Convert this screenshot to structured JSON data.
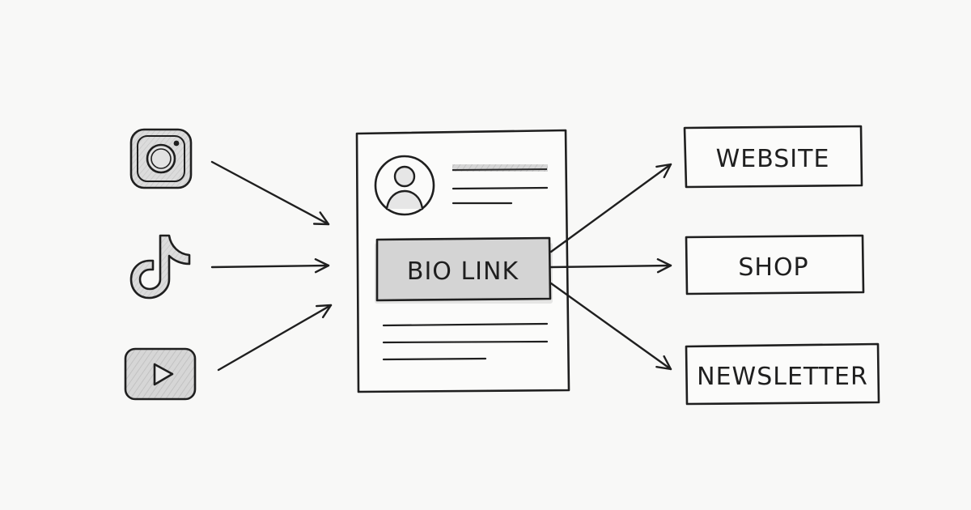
{
  "sources": [
    {
      "name": "instagram",
      "icon": "instagram-icon"
    },
    {
      "name": "tiktok",
      "icon": "tiktok-icon"
    },
    {
      "name": "youtube",
      "icon": "youtube-icon"
    }
  ],
  "center": {
    "button_label": "BIO LINK",
    "avatar_icon": "user-avatar-icon"
  },
  "destinations": [
    {
      "label": "WEBSITE"
    },
    {
      "label": "SHOP"
    },
    {
      "label": "NEWSLETTER"
    }
  ],
  "colors": {
    "ink": "#1f1f1f",
    "paper": "#f8f8f7",
    "shade": "#d2d2d2",
    "shade_dark": "#bdbdbd"
  }
}
